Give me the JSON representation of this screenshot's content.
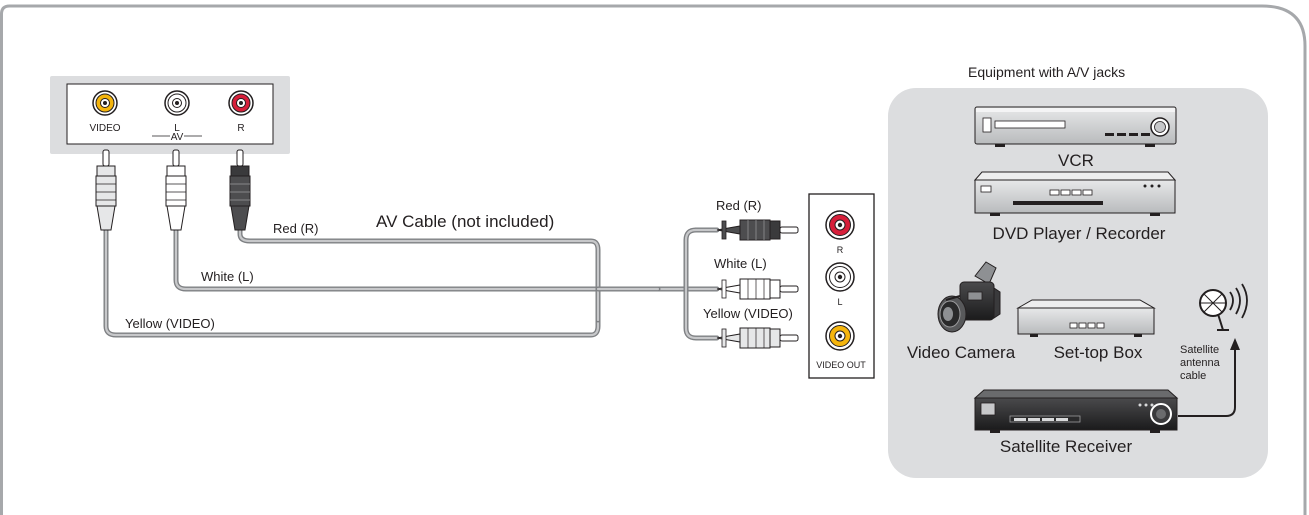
{
  "tv_panel": {
    "video_label": "VIDEO",
    "left_label": "L",
    "right_label": "R",
    "group_label": "AV"
  },
  "cable": {
    "title": "AV Cable (not included)",
    "red_label": "Red (R)",
    "white_label": "White (L)",
    "yellow_label": "Yellow (VIDEO)"
  },
  "device_panel": {
    "right_label": "R",
    "left_label": "L",
    "video_out_label": "VIDEO OUT"
  },
  "equipment": {
    "heading": "Equipment with A/V jacks",
    "vcr": "VCR",
    "dvd": "DVD Player / Recorder",
    "camera": "Video Camera",
    "settop": "Set-top Box",
    "antenna_line1": "Satellite",
    "antenna_line2": "antenna",
    "antenna_line3": "cable",
    "satellite": "Satellite Receiver"
  },
  "colors": {
    "frame": "#a6a8ab",
    "panel": "#dcdddf",
    "red_jack": "#d71f3a",
    "yellow_jack": "#f5b50d",
    "cable_gray": "#8d8f92"
  }
}
